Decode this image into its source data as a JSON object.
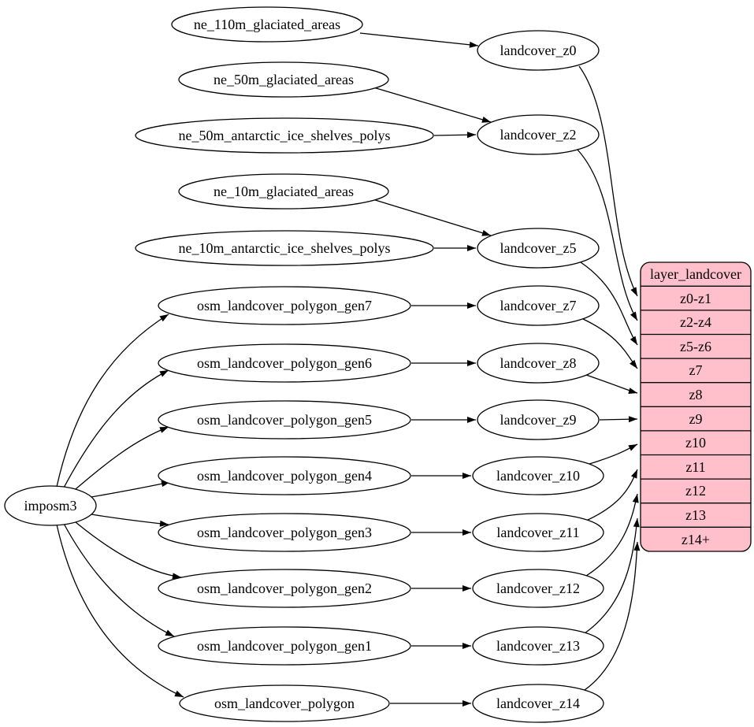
{
  "diagram": {
    "type": "graphviz-dependency-graph",
    "colors": {
      "background": "#ffffff",
      "node_fill": "#ffffff",
      "node_stroke": "#000000",
      "edge_color": "#000000",
      "table_fill": "#ffc0cb"
    },
    "nodes": {
      "imposm3": "imposm3",
      "ne_110m_glaciated_areas": "ne_110m_glaciated_areas",
      "ne_50m_glaciated_areas": "ne_50m_glaciated_areas",
      "ne_50m_antarctic_ice_shelves_polys": "ne_50m_antarctic_ice_shelves_polys",
      "ne_10m_glaciated_areas": "ne_10m_glaciated_areas",
      "ne_10m_antarctic_ice_shelves_polys": "ne_10m_antarctic_ice_shelves_polys",
      "osm_landcover_polygon_gen7": "osm_landcover_polygon_gen7",
      "osm_landcover_polygon_gen6": "osm_landcover_polygon_gen6",
      "osm_landcover_polygon_gen5": "osm_landcover_polygon_gen5",
      "osm_landcover_polygon_gen4": "osm_landcover_polygon_gen4",
      "osm_landcover_polygon_gen3": "osm_landcover_polygon_gen3",
      "osm_landcover_polygon_gen2": "osm_landcover_polygon_gen2",
      "osm_landcover_polygon_gen1": "osm_landcover_polygon_gen1",
      "osm_landcover_polygon": "osm_landcover_polygon",
      "landcover_z0": "landcover_z0",
      "landcover_z2": "landcover_z2",
      "landcover_z5": "landcover_z5",
      "landcover_z7": "landcover_z7",
      "landcover_z8": "landcover_z8",
      "landcover_z9": "landcover_z9",
      "landcover_z10": "landcover_z10",
      "landcover_z11": "landcover_z11",
      "landcover_z12": "landcover_z12",
      "landcover_z13": "landcover_z13",
      "landcover_z14": "landcover_z14"
    },
    "table": {
      "title": "layer_landcover",
      "rows": [
        "z0-z1",
        "z2-z4",
        "z5-z6",
        "z7",
        "z8",
        "z9",
        "z10",
        "z11",
        "z12",
        "z13",
        "z14+"
      ]
    },
    "edges": [
      {
        "from": "ne_110m_glaciated_areas",
        "to": "landcover_z0"
      },
      {
        "from": "ne_50m_glaciated_areas",
        "to": "landcover_z2"
      },
      {
        "from": "ne_50m_antarctic_ice_shelves_polys",
        "to": "landcover_z2"
      },
      {
        "from": "ne_10m_glaciated_areas",
        "to": "landcover_z5"
      },
      {
        "from": "ne_10m_antarctic_ice_shelves_polys",
        "to": "landcover_z5"
      },
      {
        "from": "osm_landcover_polygon_gen7",
        "to": "landcover_z7"
      },
      {
        "from": "osm_landcover_polygon_gen6",
        "to": "landcover_z8"
      },
      {
        "from": "osm_landcover_polygon_gen5",
        "to": "landcover_z9"
      },
      {
        "from": "osm_landcover_polygon_gen4",
        "to": "landcover_z10"
      },
      {
        "from": "osm_landcover_polygon_gen3",
        "to": "landcover_z11"
      },
      {
        "from": "osm_landcover_polygon_gen2",
        "to": "landcover_z12"
      },
      {
        "from": "osm_landcover_polygon_gen1",
        "to": "landcover_z13"
      },
      {
        "from": "osm_landcover_polygon",
        "to": "landcover_z14"
      },
      {
        "from": "imposm3",
        "to": "osm_landcover_polygon_gen7"
      },
      {
        "from": "imposm3",
        "to": "osm_landcover_polygon_gen6"
      },
      {
        "from": "imposm3",
        "to": "osm_landcover_polygon_gen5"
      },
      {
        "from": "imposm3",
        "to": "osm_landcover_polygon_gen4"
      },
      {
        "from": "imposm3",
        "to": "osm_landcover_polygon_gen3"
      },
      {
        "from": "imposm3",
        "to": "osm_landcover_polygon_gen2"
      },
      {
        "from": "imposm3",
        "to": "osm_landcover_polygon_gen1"
      },
      {
        "from": "imposm3",
        "to": "osm_landcover_polygon"
      },
      {
        "from": "landcover_z0",
        "to": "layer_landcover.z0-z1"
      },
      {
        "from": "landcover_z2",
        "to": "layer_landcover.z2-z4"
      },
      {
        "from": "landcover_z5",
        "to": "layer_landcover.z5-z6"
      },
      {
        "from": "landcover_z7",
        "to": "layer_landcover.z7"
      },
      {
        "from": "landcover_z8",
        "to": "layer_landcover.z8"
      },
      {
        "from": "landcover_z9",
        "to": "layer_landcover.z9"
      },
      {
        "from": "landcover_z10",
        "to": "layer_landcover.z10"
      },
      {
        "from": "landcover_z11",
        "to": "layer_landcover.z11"
      },
      {
        "from": "landcover_z12",
        "to": "layer_landcover.z12"
      },
      {
        "from": "landcover_z13",
        "to": "layer_landcover.z13"
      },
      {
        "from": "landcover_z14",
        "to": "layer_landcover.z14+"
      }
    ]
  }
}
